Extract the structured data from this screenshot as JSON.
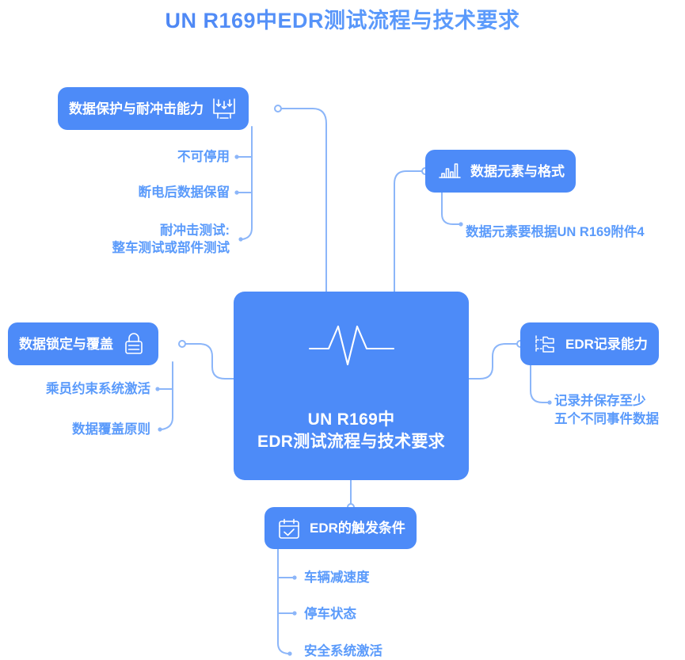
{
  "title": "UN R169中EDR测试流程与技术要求",
  "colors": {
    "node_blue": "#4d8bf8",
    "edge_blue": "#8cb6f9",
    "leaf_text": "#5b9bfb",
    "title_gradient_start": "#4479ef",
    "title_gradient_end": "#5e9efc",
    "background": "#ffffff"
  },
  "center": {
    "icon": "waveform-icon",
    "line1": "UN R169中",
    "line2": "EDR测试流程与技术要求"
  },
  "branches": [
    {
      "id": "data-protection",
      "label": "数据保护与耐冲击能力",
      "icon": "monitor-impact-icon",
      "leaves": [
        {
          "text": "不可停用"
        },
        {
          "text": "断电后数据保留"
        },
        {
          "text": "耐冲击测试:"
        },
        {
          "text": "整车测试或部件测试"
        }
      ]
    },
    {
      "id": "data-elements",
      "label": "数据元素与格式",
      "icon": "bar-chart-icon",
      "leaves": [
        {
          "text": "数据元素要根据UN R169附件4"
        }
      ]
    },
    {
      "id": "data-lock",
      "label": "数据锁定与覆盖",
      "icon": "lock-icon",
      "leaves": [
        {
          "text": "乘员约束系统激活"
        },
        {
          "text": "数据覆盖原则"
        }
      ]
    },
    {
      "id": "edr-capability",
      "label": "EDR记录能力",
      "icon": "folder-tree-icon",
      "leaves": [
        {
          "text": "记录并保存至少"
        },
        {
          "text": "五个不同事件数据"
        }
      ]
    },
    {
      "id": "edr-trigger",
      "label": "EDR的触发条件",
      "icon": "calendar-check-icon",
      "leaves": [
        {
          "text": "车辆减速度"
        },
        {
          "text": "停车状态"
        },
        {
          "text": "安全系统激活"
        }
      ]
    }
  ]
}
